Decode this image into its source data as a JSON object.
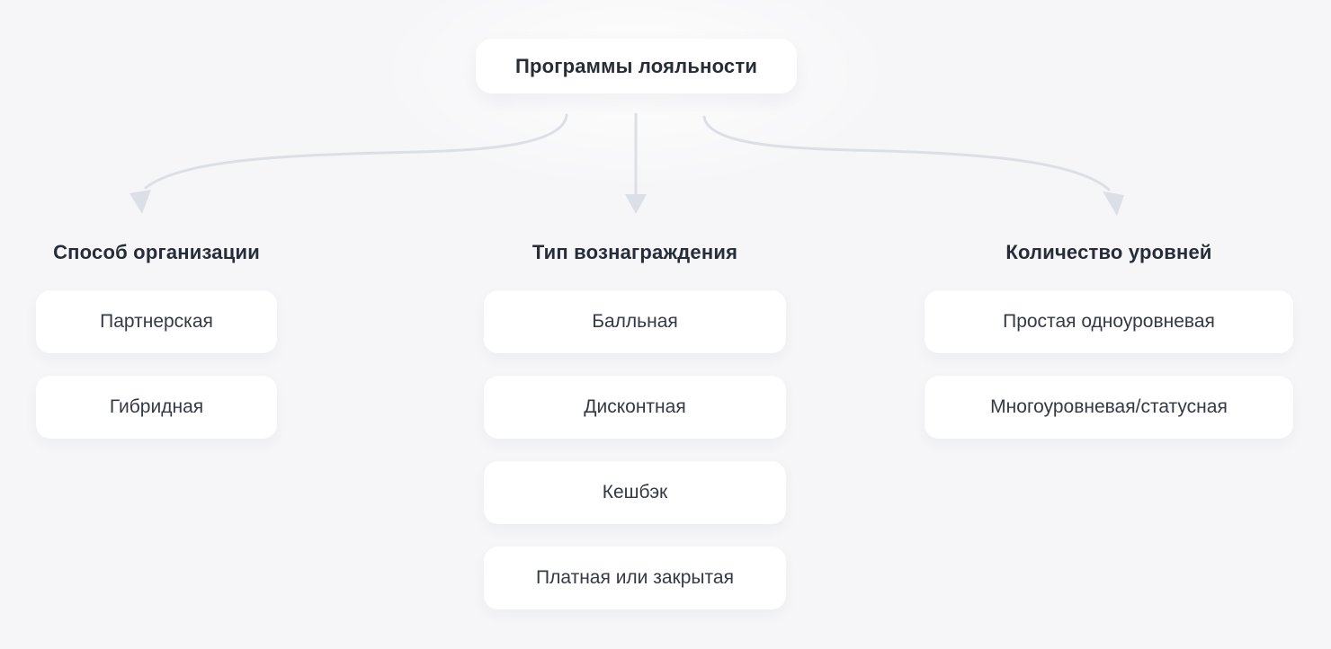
{
  "diagram": {
    "root": {
      "label": "Программы лояльности"
    },
    "branches": [
      {
        "title": "Способ организации",
        "items": [
          "Партнерская",
          "Гибридная"
        ]
      },
      {
        "title": "Тип вознаграждения",
        "items": [
          "Балльная",
          "Дисконтная",
          "Кешбэк",
          "Платная или закрытая"
        ]
      },
      {
        "title": "Количество уровней",
        "items": [
          "Простая одноуровневая",
          "Многоуровневая/статусная"
        ]
      }
    ],
    "colors": {
      "background": "#f6f6f8",
      "card": "#ffffff",
      "arrow": "#dcdfe5",
      "text": "#272d38"
    }
  }
}
